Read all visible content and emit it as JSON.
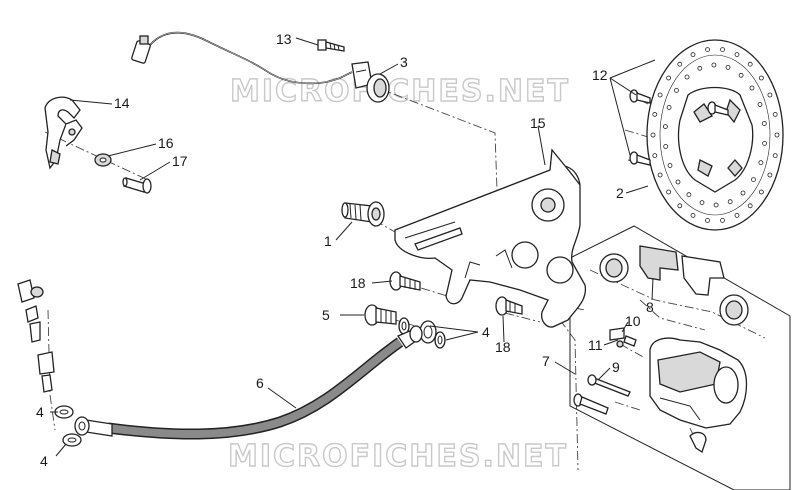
{
  "watermarks": [
    "MICROFICHES.NET",
    "MICROFICHES.NET"
  ],
  "callouts": {
    "c1": "1",
    "c2": "2",
    "c3": "3",
    "c4a": "4",
    "c4b": "4",
    "c4c": "4",
    "c5": "5",
    "c6": "6",
    "c7": "7",
    "c8": "8",
    "c9": "9",
    "c10": "10",
    "c11": "11",
    "c12": "12",
    "c13": "13",
    "c14": "14",
    "c15": "15",
    "c16": "16",
    "c17": "17",
    "c18a": "18",
    "c18b": "18"
  },
  "icons": {
    "disc": "brake-disc-icon",
    "caliper": "brake-caliper-icon",
    "bracket": "caliper-bracket-icon",
    "hose": "brake-hose-icon",
    "sensor": "speed-sensor-icon",
    "pads": "brake-pads-icon"
  },
  "colors": {
    "line": "#222222",
    "watermark": "#c9c9c9",
    "hose": "#8a8a8a"
  }
}
